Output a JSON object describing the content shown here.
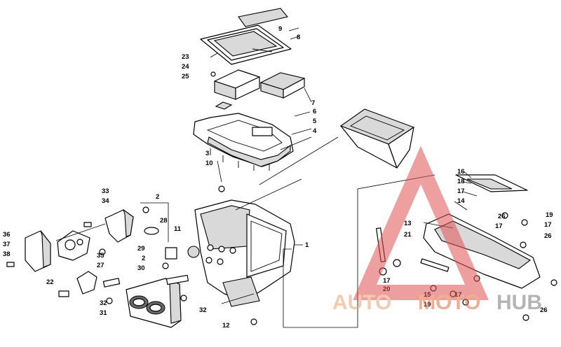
{
  "callouts": [
    "9",
    "8",
    "23",
    "24",
    "25",
    "7",
    "6",
    "5",
    "4",
    "3",
    "10",
    "33",
    "34",
    "2",
    "28",
    "11",
    "36",
    "37",
    "38",
    "35",
    "29",
    "2",
    "27",
    "30",
    "22",
    "32",
    "31",
    "32",
    "12",
    "1",
    "16",
    "18",
    "17",
    "14",
    "26",
    "19",
    "17",
    "17",
    "13",
    "21",
    "26",
    "17",
    "20",
    "15",
    "17",
    "19",
    "26"
  ],
  "watermark": {
    "part1": "AUTO",
    "part2": "MOTO",
    "part3": "HUB"
  },
  "colors": {
    "watermark_triangle": "#e05050",
    "watermark_auto": "#e9a070",
    "watermark_moto": "#e07040",
    "watermark_hub": "#777777"
  }
}
